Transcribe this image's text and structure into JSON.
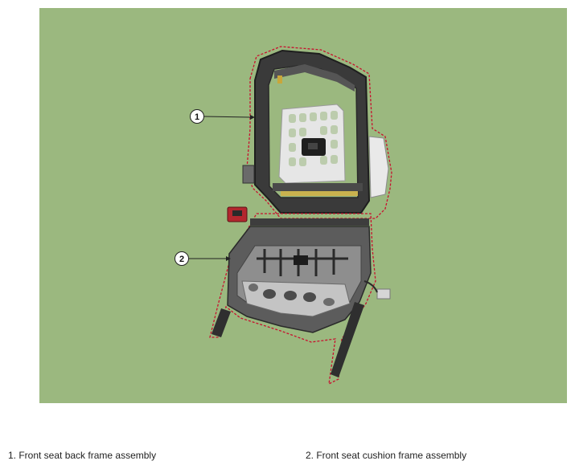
{
  "figure": {
    "background_color": "#9bb87f",
    "callouts": [
      {
        "number": "1"
      },
      {
        "number": "2"
      }
    ]
  },
  "captions": [
    {
      "text": "1. Front seat back frame assembly"
    },
    {
      "text": "2. Front seat cushion frame assembly"
    }
  ]
}
